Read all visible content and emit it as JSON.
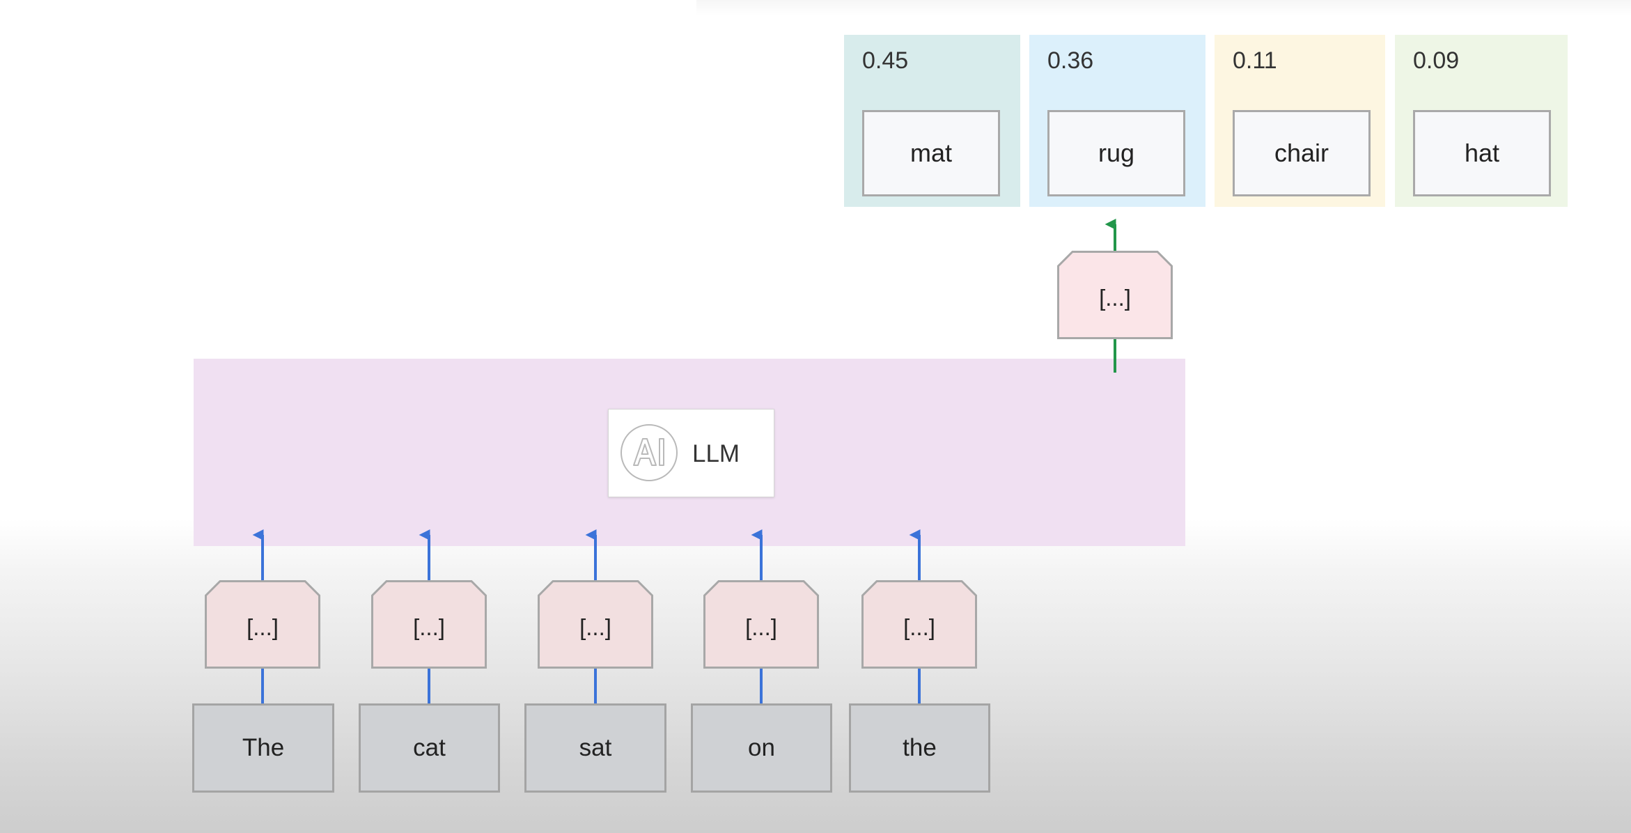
{
  "outputs": [
    {
      "prob": "0.45",
      "word": "mat",
      "color": "#d8ecec"
    },
    {
      "prob": "0.36",
      "word": "rug",
      "color": "#dcf0fb"
    },
    {
      "prob": "0.11",
      "word": "chair",
      "color": "#fdf6e1"
    },
    {
      "prob": "0.09",
      "word": "hat",
      "color": "#eef6e6"
    }
  ],
  "llm": {
    "label": "LLM",
    "icon": "ai-icon",
    "band_color": "#f0e0f2"
  },
  "embeddings": {
    "label": "[...]",
    "fill": "#f2dfe0",
    "output_fill": "#fbe5e8"
  },
  "tokens": [
    "The",
    "cat",
    "sat",
    "on",
    "the"
  ],
  "arrow_colors": {
    "input": "#3b73d9",
    "output": "#22964a"
  }
}
